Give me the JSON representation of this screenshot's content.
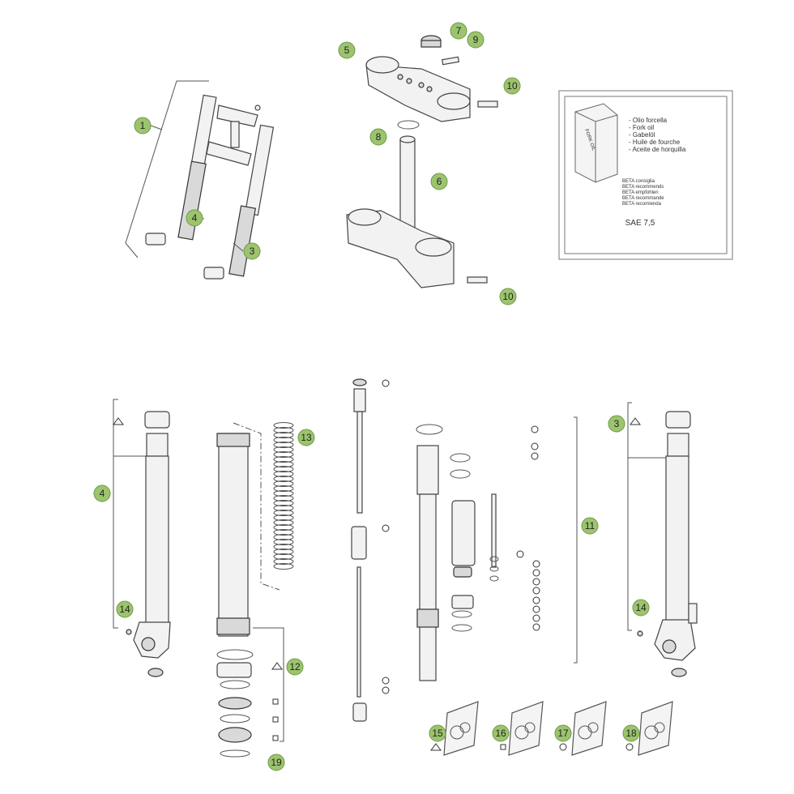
{
  "callouts": [
    {
      "label": "1"
    },
    {
      "label": "4"
    },
    {
      "label": "3"
    },
    {
      "label": "5"
    },
    {
      "label": "7"
    },
    {
      "label": "9"
    },
    {
      "label": "10"
    },
    {
      "label": "8"
    },
    {
      "label": "6"
    },
    {
      "label": "10"
    },
    {
      "label": "4"
    },
    {
      "label": "14"
    },
    {
      "label": "13"
    },
    {
      "label": "12"
    },
    {
      "label": "19"
    },
    {
      "label": "11"
    },
    {
      "label": "3"
    },
    {
      "label": "14"
    },
    {
      "label": "15"
    },
    {
      "label": "16"
    },
    {
      "label": "17"
    },
    {
      "label": "18"
    }
  ],
  "oil_box": {
    "can_label": "FORK OIL",
    "names": [
      "- Olio forcella",
      "- Fork oil",
      "- Gabelöl",
      "- Huile de fourche",
      "- Aceite de horquilla"
    ],
    "recommends": [
      "BETA consiglia",
      "BETA recommends",
      "BETA empfohlen",
      "BETA recommande",
      "BETA recomienda"
    ],
    "spec": "SAE 7,5"
  }
}
